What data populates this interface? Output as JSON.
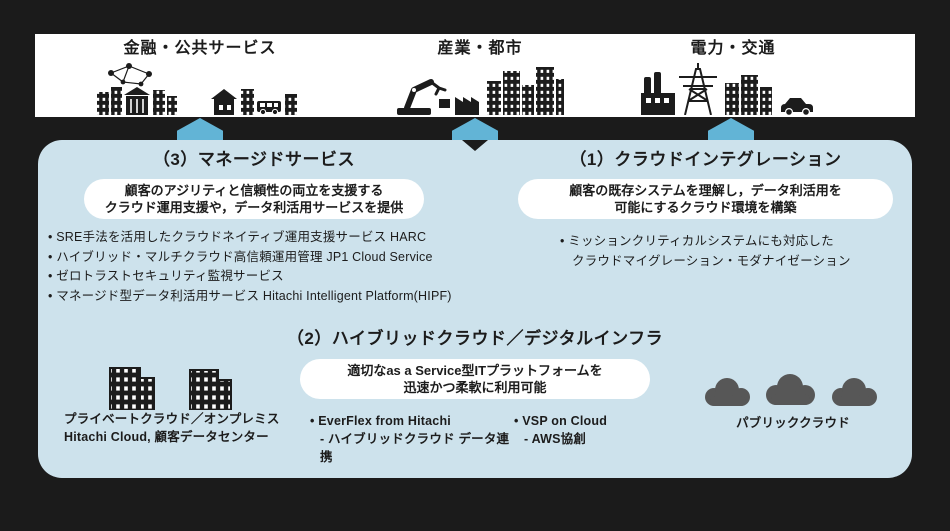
{
  "colors": {
    "background": "#1b1b1b",
    "banner": "#ffffff",
    "panel": "#cde2ec",
    "arrow": "#62b4d6",
    "text": "#1c1c1c",
    "cloud_icon": "#575757",
    "pill": "#ffffff"
  },
  "sectors": [
    {
      "label": "金融・公共サービス"
    },
    {
      "label": "産業・都市"
    },
    {
      "label": "電力・交通"
    }
  ],
  "managed_services": {
    "title": "（3）マネージドサービス",
    "pill": [
      "顧客のアジリティと信頼性の両立を支援する",
      "クラウド運用支援や，データ利活用サービスを提供"
    ],
    "bullets": [
      "• SRE手法を活用したクラウドネイティブ運用支援サービス HARC",
      "• ハイブリッド・マルチクラウド高信頼運用管理 JP1 Cloud Service",
      "• ゼロトラストセキュリティ監視サービス",
      "• マネージド型データ利活用サービス Hitachi Intelligent Platform(HIPF)"
    ]
  },
  "cloud_integration": {
    "title": "（1）クラウドインテグレーション",
    "pill": [
      "顧客の既存システムを理解し，データ利活用を",
      "可能にするクラウド環境を構築"
    ],
    "bullets": [
      "• ミッションクリティカルシステムにも対応した",
      "クラウドマイグレーション・モダナイゼーション"
    ]
  },
  "hybrid_cloud": {
    "title": "（2）ハイブリッドクラウド／デジタルインフラ",
    "pill": [
      "適切なas a Service型ITプラットフォームを",
      "迅速かつ柔軟に利用可能"
    ],
    "private_cloud_label": [
      "プライベートクラウド／オンプレミス",
      "Hitachi Cloud, 顧客データセンター"
    ],
    "everflex": [
      "• EverFlex from Hitachi",
      "- ハイブリッドクラウド データ連携"
    ],
    "vsp": [
      "• VSP on Cloud",
      "- AWS協創"
    ],
    "public_cloud_label": "パブリッククラウド"
  }
}
